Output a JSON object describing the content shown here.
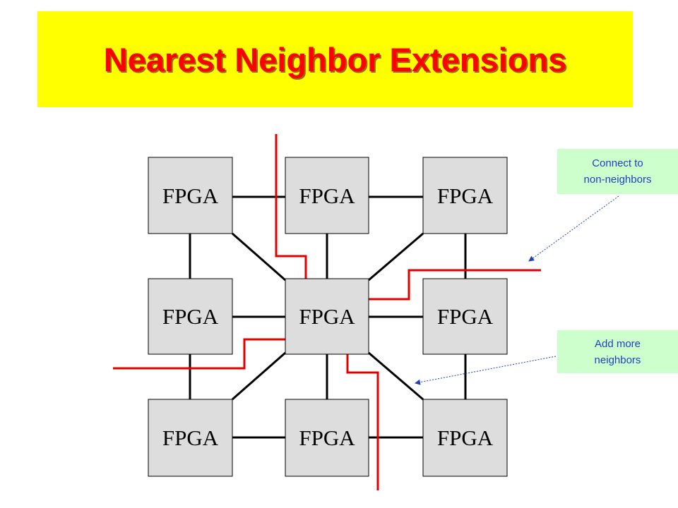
{
  "title": "Nearest Neighbor Extensions",
  "fpga_grid": {
    "rows": [
      [
        "FPGA",
        "FPGA",
        "FPGA"
      ],
      [
        "FPGA",
        "FPGA",
        "FPGA"
      ],
      [
        "FPGA",
        "FPGA",
        "FPGA"
      ]
    ]
  },
  "callouts": {
    "connect_line1": "Connect to",
    "connect_line2": "non-neighbors",
    "add_line1": "Add more",
    "add_line2": "neighbors"
  },
  "colors": {
    "banner": "#ffff00",
    "title_text": "#ff0000",
    "box_fill": "#dddddd",
    "box_border": "#000000",
    "wire_black": "#000000",
    "wire_red": "#e00000",
    "callout_bg": "#ccffcc",
    "callout_text": "#1f3fbf",
    "pointer": "#1f3fbf"
  }
}
